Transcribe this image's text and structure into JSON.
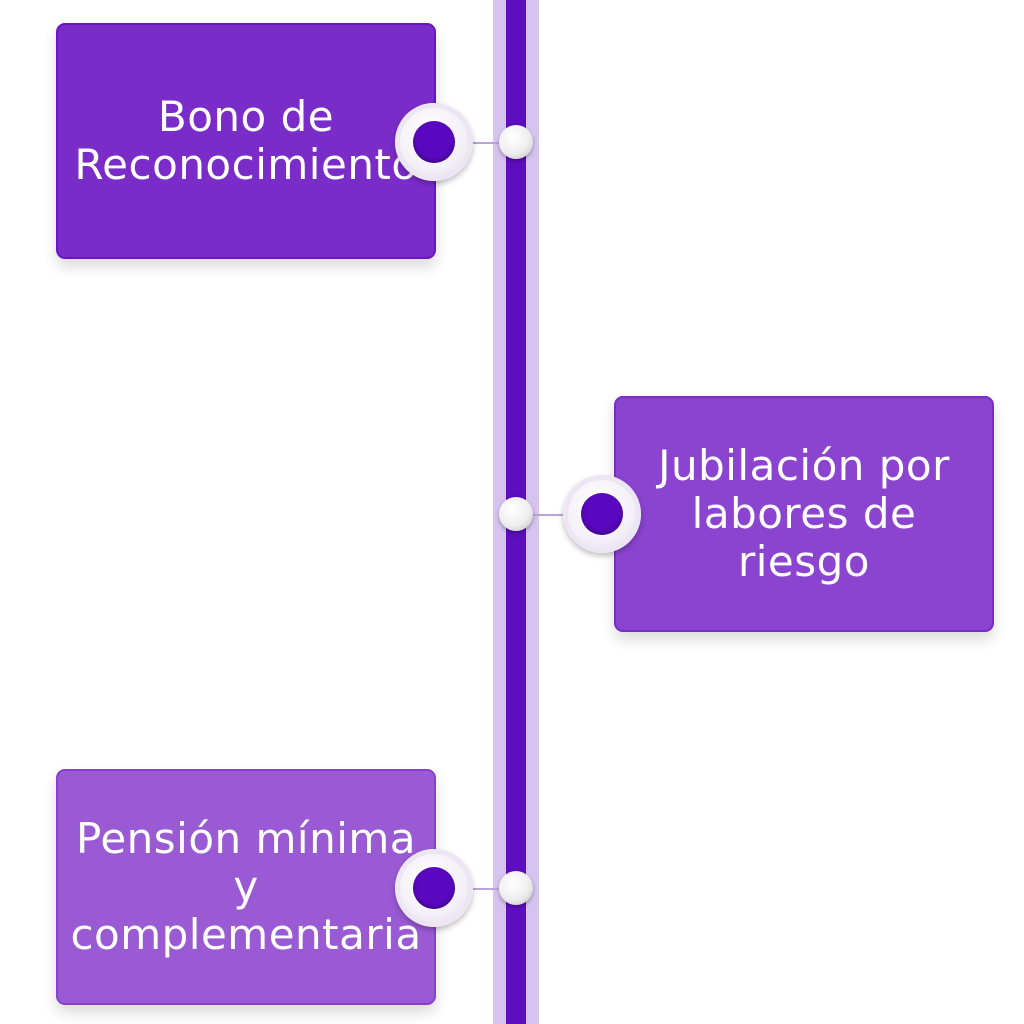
{
  "timeline": {
    "items": [
      {
        "label": "Bono de Reconocimiento",
        "side": "left"
      },
      {
        "label": "Jubilación por labores de riesgo",
        "side": "right"
      },
      {
        "label": "Pensión mínima y complementaria",
        "side": "left"
      }
    ]
  },
  "colors": {
    "spine_outer": "#d6c4ef",
    "spine_inner": "#5d0fbf",
    "card_1": "#7a2cc9",
    "card_2": "#8a44cf",
    "card_3": "#9a5ad4",
    "knob_core": "#5a08c0"
  }
}
